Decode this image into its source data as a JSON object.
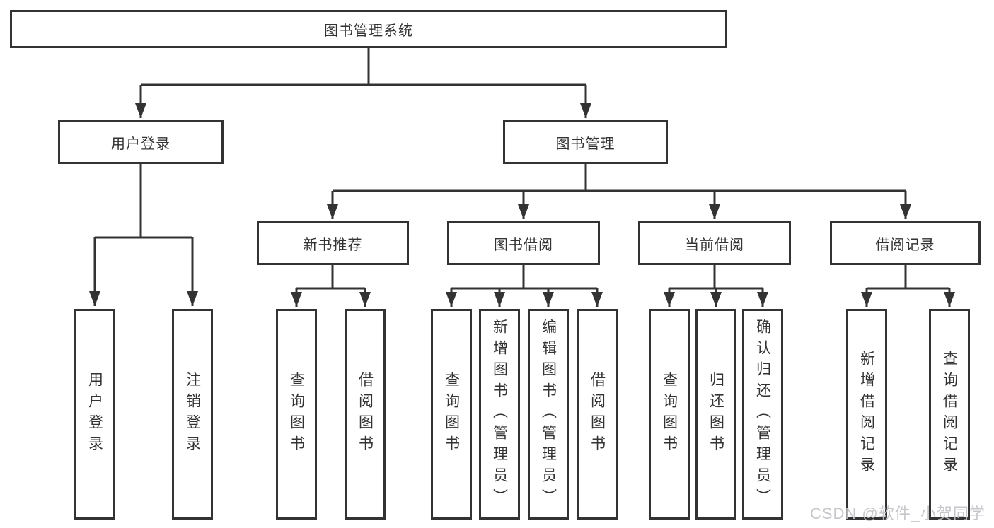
{
  "diagram": {
    "root": "图书管理系统",
    "user_login": {
      "label": "用户登录",
      "children": [
        "用户登录",
        "注销登录"
      ]
    },
    "book_mgmt": {
      "label": "图书管理",
      "sections": {
        "new_book_rec": {
          "label": "新书推荐",
          "children": [
            "查询图书",
            "借阅图书"
          ]
        },
        "book_borrow": {
          "label": "图书借阅",
          "children": [
            "查询图书",
            "新增图书（管理员）",
            "编辑图书（管理员）",
            "借阅图书"
          ]
        },
        "current_borrow": {
          "label": "当前借阅",
          "children": [
            "查询图书",
            "归还图书",
            "确认归还（管理员）"
          ]
        },
        "borrow_record": {
          "label": "借阅记录",
          "children": [
            "新增借阅记录",
            "查询借阅记录"
          ]
        }
      }
    }
  },
  "watermark": "CSDN @软件_小贺同学",
  "colors": {
    "line": "#333333",
    "text": "#333333",
    "watermark": "#c2c2c6",
    "background": "#ffffff"
  }
}
